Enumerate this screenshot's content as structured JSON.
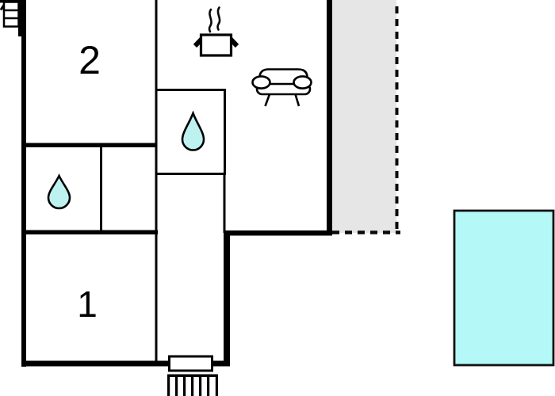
{
  "plan_title": "house-floor-plan",
  "rooms": {
    "bedroom2": {
      "label": "2"
    },
    "bedroom1": {
      "label": "1"
    }
  },
  "icons": {
    "exterior_stairs_top": "exterior-stairs-icon",
    "stove": "stove-pot-icon",
    "steam": "steam-icon",
    "sofa": "sofa-icon",
    "bathroom_drop": "water-drop-icon",
    "entrance_door": "entrance-door",
    "entrance_stairs": "entrance-stairs-icon",
    "terrace": "terrace-area",
    "pool": "pool-area"
  },
  "colors": {
    "wall": "#000000",
    "background": "#ffffff",
    "terrace_fill": "#e6e6e6",
    "pool_fill": "#b4f8f8",
    "drop_fill": "#bdf2f1",
    "steam_stroke": "#4a4a4a"
  }
}
